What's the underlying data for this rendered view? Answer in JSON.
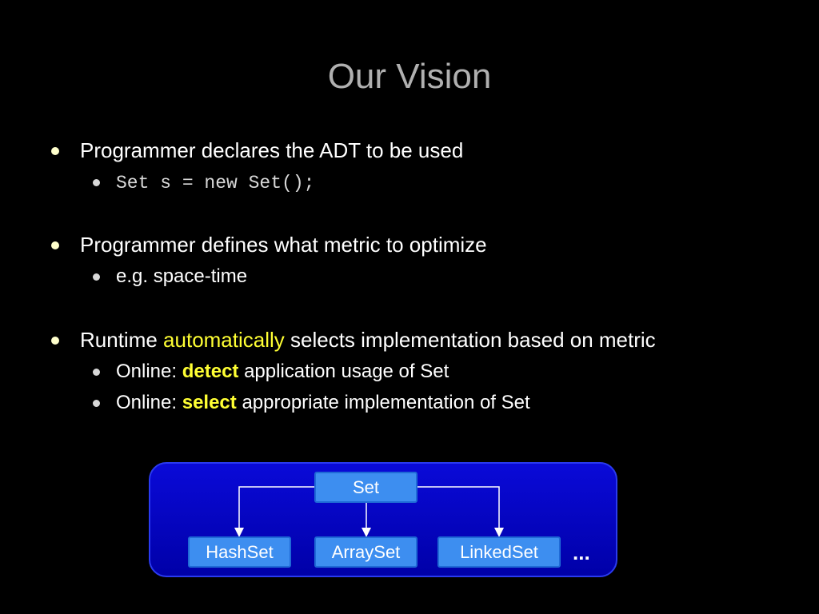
{
  "title": "Our Vision",
  "bullets": [
    {
      "text": "Programmer declares the ADT to be used",
      "sub": [
        "Set s = new Set();"
      ]
    },
    {
      "text": "Programmer defines what metric to optimize",
      "sub": [
        "e.g. space-time"
      ]
    },
    {
      "text_before": "Runtime ",
      "text_highlight": "automatically",
      "text_after": " selects implementation based on metric",
      "sub": [
        {
          "before": "Online: ",
          "highlight": "detect",
          "after": " application usage of Set"
        },
        {
          "before": "Online: ",
          "highlight": "select",
          "after": " appropriate implementation of Set"
        }
      ]
    }
  ],
  "diagram": {
    "root": "Set",
    "children": [
      "HashSet",
      "ArraySet",
      "LinkedSet"
    ],
    "more": "..."
  },
  "colors": {
    "background": "#000000",
    "title": "#b0b0b0",
    "highlight": "#ffff33",
    "diagram_panel": "#0000c8",
    "node_fill": "#3d8ef0"
  }
}
